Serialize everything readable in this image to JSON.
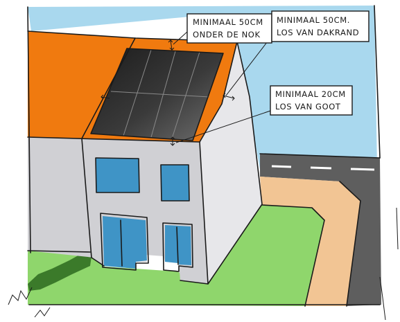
{
  "colors": {
    "sky": "#a9d8ee",
    "roof": "#f07a0f",
    "solar_panel": "#2e2e2e",
    "wall_front": "#d0d0d4",
    "wall_side": "#e7e7ea",
    "windows": "#3f94c6",
    "lawn": "#8fd66c",
    "path": "#f2c594",
    "road": "#5e5e5e",
    "hedge": "#3b7a2a"
  },
  "annotations": [
    {
      "line1": "MINIMAAL 50CM",
      "line2": "ONDER DE NOK"
    },
    {
      "line1": "MINIMAAL 50CM.",
      "line2": "LOS VAN DAKRAND"
    },
    {
      "line1": "MINIMAAL 20CM",
      "line2": "LOS VAN GOOT"
    }
  ]
}
